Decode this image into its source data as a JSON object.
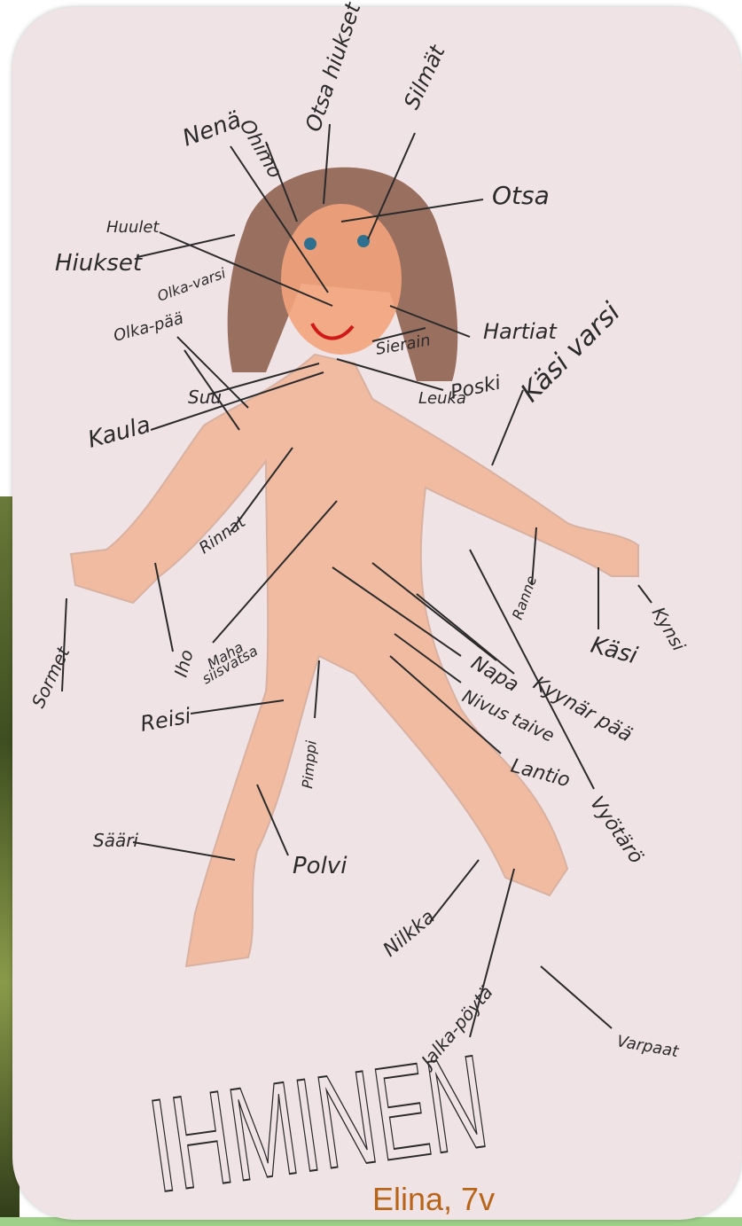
{
  "labels": {
    "ohimo": "Ohimo",
    "otsahiukset": "Otsa hiukset",
    "silmat": "Silmät",
    "nena": "Nenä",
    "otsa": "Otsa",
    "huulet": "Huulet",
    "hiukset": "Hiukset",
    "olkavarsi": "Olka-varsi",
    "olkapaa": "Olka-pää",
    "hartiat": "Hartiat",
    "sieraimet": "Sierain",
    "suu": "Suu",
    "leuka": "Leuka",
    "poski": "Poski",
    "kasivarsi": "Käsi varsi",
    "kaula": "Kaula",
    "rinnat": "Rinnat",
    "ranne": "Ranne",
    "kynsi": "Kynsi",
    "kasi": "Käsi",
    "iho": "Iho",
    "maha": "Maha",
    "siisvatsa": "siisvatsa",
    "napa": "Napa",
    "kyynarpaa": "Kyynär pää",
    "nivustaive": "Nivus taive",
    "sormet": "Sormet",
    "reisi": "Reisi",
    "pimppi": "Pimppi",
    "lantio": "Lantio",
    "vyotaro": "Vyötärö",
    "saari": "Sääri",
    "polvi": "Polvi",
    "nilkka": "Nilkka",
    "jalkapoyta": "Jalka-pöytä",
    "varpaat": "Varpaat"
  },
  "title": "IHMINEN",
  "credit": "Elina, 7v",
  "colors": {
    "paper": "#efe3e6",
    "skin": "#f0a070",
    "hair": "#7a4a3a",
    "credit": "#b8651a"
  }
}
